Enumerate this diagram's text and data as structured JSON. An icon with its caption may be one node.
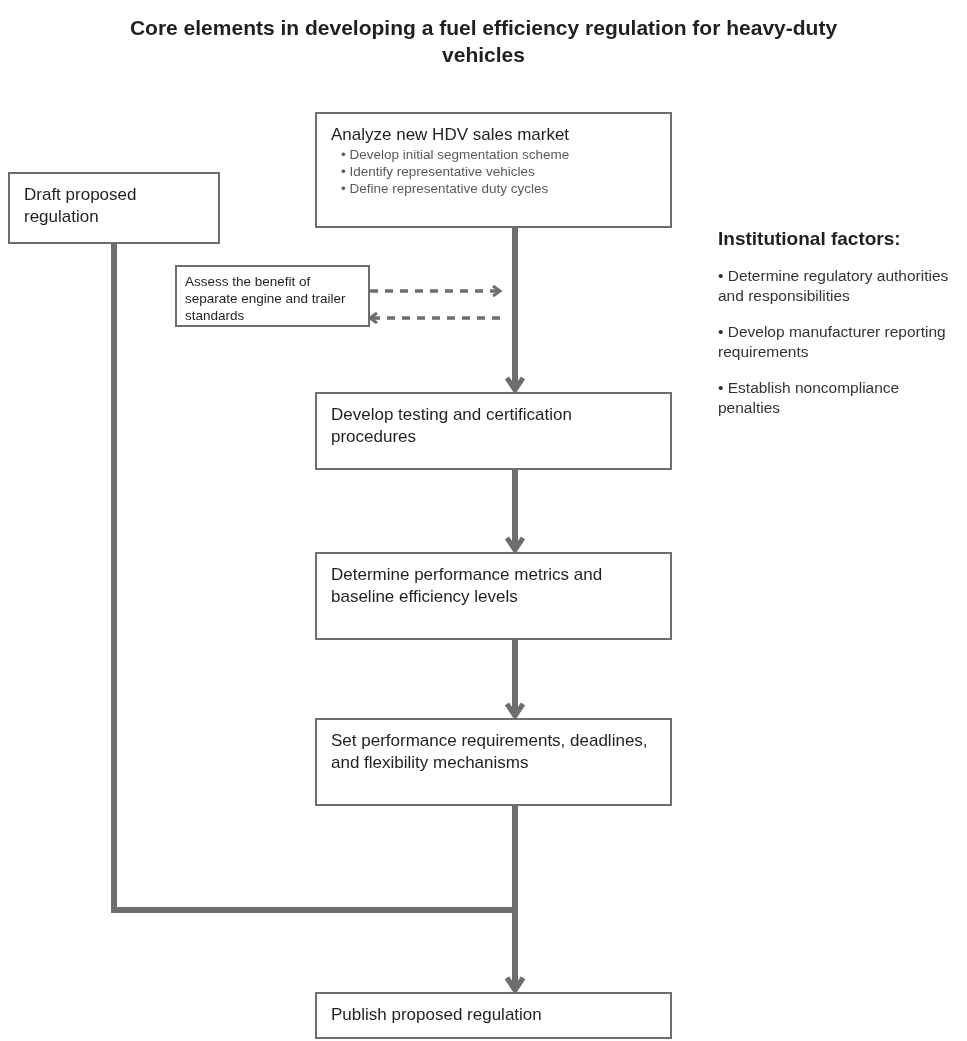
{
  "diagram": {
    "title": "Core elements in developing a fuel efficiency regulation for heavy-duty vehicles",
    "nodes": [
      {
        "text": [
          "Analyze new HDV sales market",
          "• Develop initial segmentation scheme",
          "• Identify representative vehicles",
          "• Define representative duty cycles"
        ]
      },
      {
        "text": [
          "Draft proposed regulation"
        ]
      },
      {
        "text": [
          "Assess the benefit of separate engine and trailer standards"
        ]
      },
      {
        "text": [
          "Develop testing and certification procedures"
        ]
      },
      {
        "text": [
          "Determine performance metrics and baseline efficiency levels"
        ]
      },
      {
        "text": [
          "Set performance requirements, deadlines, and flexibility mechanisms"
        ]
      },
      {
        "text": [
          "Publish proposed regulation"
        ]
      }
    ],
    "edges": [
      {
        "from": 0,
        "to": 3,
        "arrow": "to"
      },
      {
        "from": 2,
        "to": null,
        "arrow": "to",
        "style": "dashed"
      },
      {
        "from": null,
        "to": 2,
        "arrow": "to",
        "style": "dashed"
      },
      {
        "from": 3,
        "to": 4,
        "arrow": "to"
      },
      {
        "from": 4,
        "to": 5,
        "arrow": "to"
      },
      {
        "from": 5,
        "to": 6,
        "arrow": "to"
      },
      {
        "from": 1,
        "to": 6,
        "arrow": "to"
      }
    ],
    "labels": [
      "Institutional factors:",
      "• Determine regulatory authorities and responsibilities",
      "• Develop manufacturer reporting requirements",
      "• Establish noncompliance penalties"
    ]
  }
}
